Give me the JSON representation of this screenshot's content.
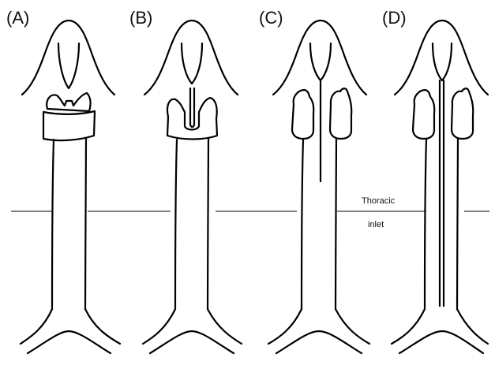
{
  "panels": [
    {
      "label": "(A)"
    },
    {
      "label": "(B)"
    },
    {
      "label": "(C)"
    },
    {
      "label": "(D)"
    }
  ],
  "inlet": {
    "line1": "Thoracic",
    "line2": "inlet"
  },
  "colors": {
    "ink": "#000000",
    "background": "#ffffff"
  }
}
